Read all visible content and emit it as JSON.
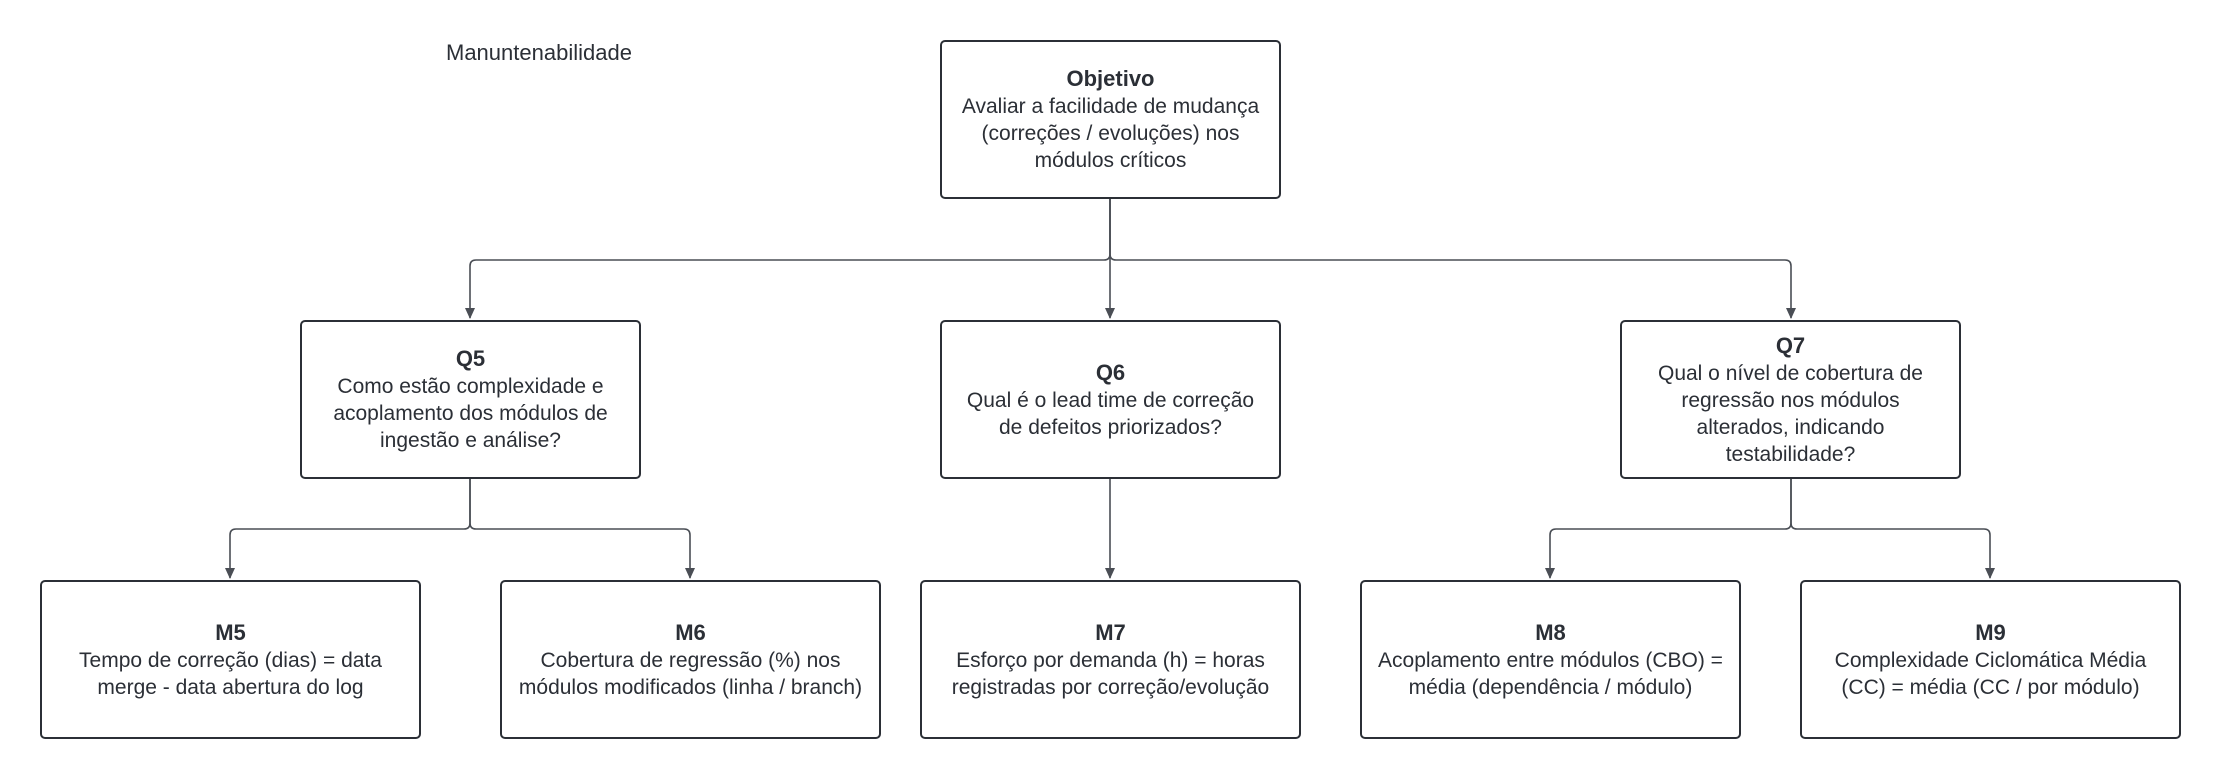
{
  "page_label": "Manuntenabilidade",
  "objective": {
    "title": "Objetivo",
    "text": "Avaliar a facilidade de mudança (correções / evoluções) nos módulos críticos"
  },
  "questions": [
    {
      "id": "Q5",
      "text": "Como estão complexidade e acoplamento dos módulos de ingestão e análise?"
    },
    {
      "id": "Q6",
      "text": "Qual é o lead time de correção de defeitos priorizados?"
    },
    {
      "id": "Q7",
      "text": "Qual o nível de cobertura de regressão nos módulos alterados, indicando testabilidade?"
    }
  ],
  "metrics": [
    {
      "id": "M5",
      "text": "Tempo de correção (dias) = data merge - data abertura do log"
    },
    {
      "id": "M6",
      "text": "Cobertura de regressão (%) nos módulos modificados (linha / branch)"
    },
    {
      "id": "M7",
      "text": "Esforço por demanda (h) = horas registradas por correção/evolução"
    },
    {
      "id": "M8",
      "text": "Acoplamento entre módulos (CBO) = média (dependência / módulo)"
    },
    {
      "id": "M9",
      "text": "Complexidade Ciclomática Média (CC) = média (CC / por módulo)"
    }
  ],
  "colors": {
    "line": "#4a4e55",
    "border": "#2b2f36",
    "text": "#2b2f36"
  }
}
